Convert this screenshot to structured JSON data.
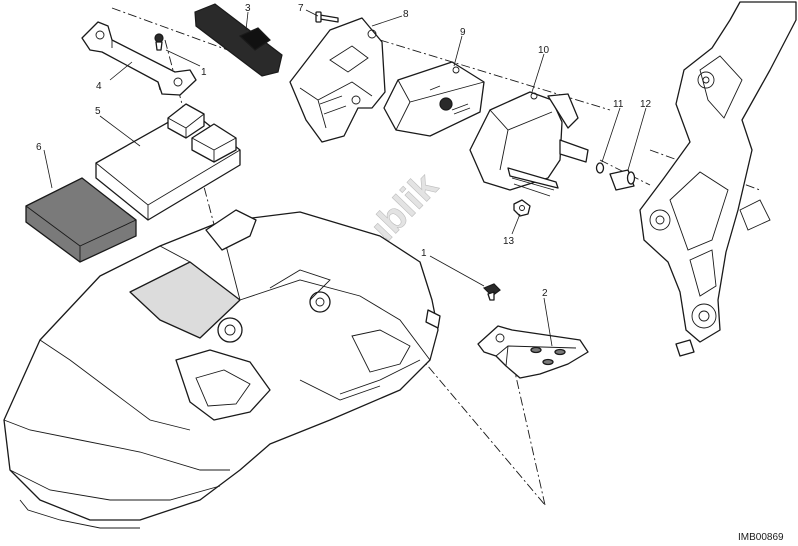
{
  "watermark": "PartsRepublik",
  "image_code": "IMB00869",
  "callouts": {
    "c1a": "1",
    "c1b": "1",
    "c2": "2",
    "c3": "3",
    "c4": "4",
    "c5": "5",
    "c6": "6",
    "c7": "7",
    "c8": "8",
    "c9": "9",
    "c10": "10",
    "c11": "11",
    "c12": "12",
    "c13": "13"
  }
}
